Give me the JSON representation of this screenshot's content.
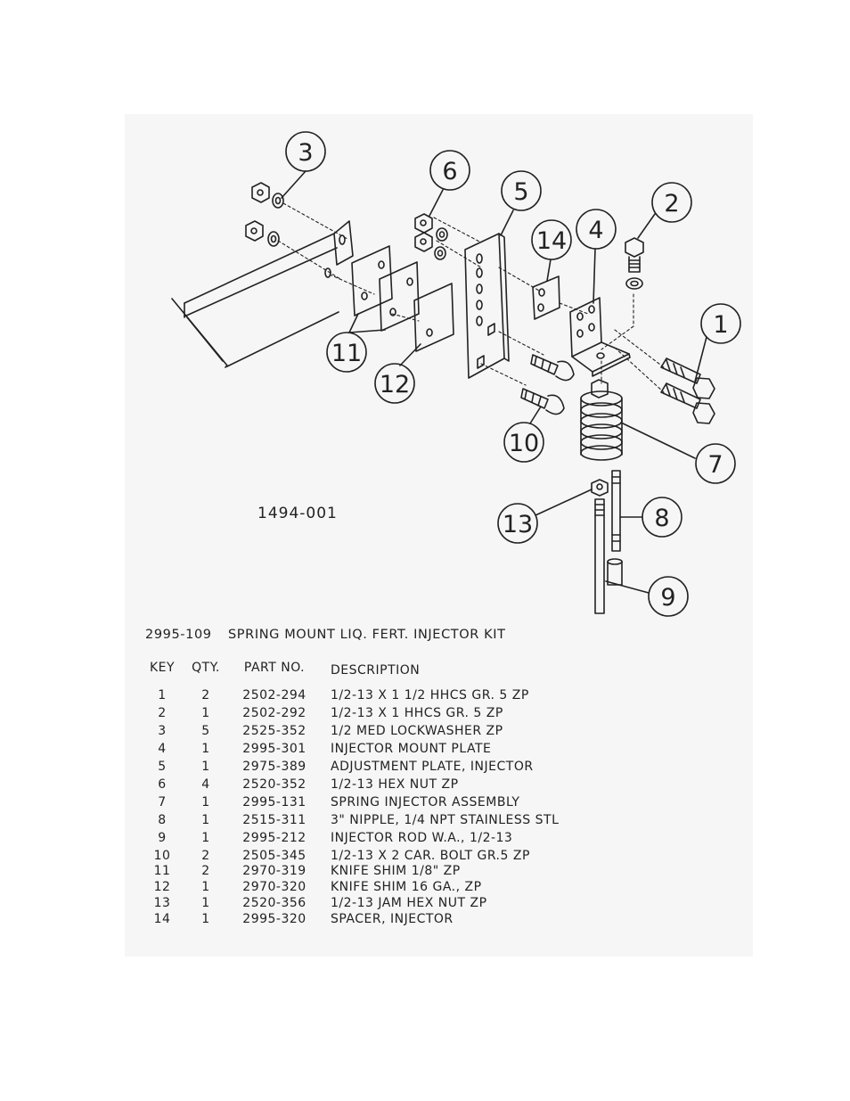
{
  "figure": {
    "drawing_number": "1494-001",
    "balloons": [
      {
        "id": "balloon-1",
        "label": "1"
      },
      {
        "id": "balloon-2",
        "label": "2"
      },
      {
        "id": "balloon-3",
        "label": "3"
      },
      {
        "id": "balloon-4",
        "label": "4"
      },
      {
        "id": "balloon-5",
        "label": "5"
      },
      {
        "id": "balloon-6",
        "label": "6"
      },
      {
        "id": "balloon-7",
        "label": "7"
      },
      {
        "id": "balloon-8",
        "label": "8"
      },
      {
        "id": "balloon-9",
        "label": "9"
      },
      {
        "id": "balloon-10",
        "label": "10"
      },
      {
        "id": "balloon-11",
        "label": "11"
      },
      {
        "id": "balloon-12",
        "label": "12"
      },
      {
        "id": "balloon-13",
        "label": "13"
      },
      {
        "id": "balloon-14",
        "label": "14"
      }
    ]
  },
  "kit": {
    "number": "2995-109",
    "name": "SPRING MOUNT LIQ. FERT. INJECTOR KIT"
  },
  "parts_table": {
    "headers": {
      "key": "KEY",
      "qty": "QTY.",
      "part_no": "PART NO.",
      "description": "DESCRIPTION"
    },
    "rows": [
      {
        "key": "1",
        "qty": "2",
        "part_no": "2502-294",
        "description": "1/2-13 X 1 1/2 HHCS GR. 5 ZP"
      },
      {
        "key": "2",
        "qty": "1",
        "part_no": "2502-292",
        "description": "1/2-13 X 1 HHCS GR. 5 ZP"
      },
      {
        "key": "3",
        "qty": "5",
        "part_no": "2525-352",
        "description": "1/2 MED LOCKWASHER ZP"
      },
      {
        "key": "4",
        "qty": "1",
        "part_no": "2995-301",
        "description": "INJECTOR MOUNT PLATE"
      },
      {
        "key": "5",
        "qty": "1",
        "part_no": "2975-389",
        "description": "ADJUSTMENT PLATE, INJECTOR"
      },
      {
        "key": "6",
        "qty": "4",
        "part_no": "2520-352",
        "description": "1/2-13 HEX NUT ZP"
      },
      {
        "key": "7",
        "qty": "1",
        "part_no": "2995-131",
        "description": "SPRING INJECTOR ASSEMBLY"
      },
      {
        "key": "8",
        "qty": "1",
        "part_no": "2515-311",
        "description": "3\" NIPPLE, 1/4 NPT STAINLESS STL"
      },
      {
        "key": "9",
        "qty": "1",
        "part_no": "2995-212",
        "description": "INJECTOR ROD W.A., 1/2-13"
      },
      {
        "key": "10",
        "qty": "2",
        "part_no": "2505-345",
        "description": "1/2-13 X 2 CAR. BOLT GR.5 ZP"
      },
      {
        "key": "11",
        "qty": "2",
        "part_no": "2970-319",
        "description": "KNIFE SHIM 1/8\" ZP"
      },
      {
        "key": "12",
        "qty": "1",
        "part_no": "2970-320",
        "description": "KNIFE SHIM 16 GA., ZP"
      },
      {
        "key": "13",
        "qty": "1",
        "part_no": "2520-356",
        "description": "1/2-13 JAM HEX NUT ZP"
      },
      {
        "key": "14",
        "qty": "1",
        "part_no": "2995-320",
        "description": "SPACER, INJECTOR"
      }
    ]
  }
}
